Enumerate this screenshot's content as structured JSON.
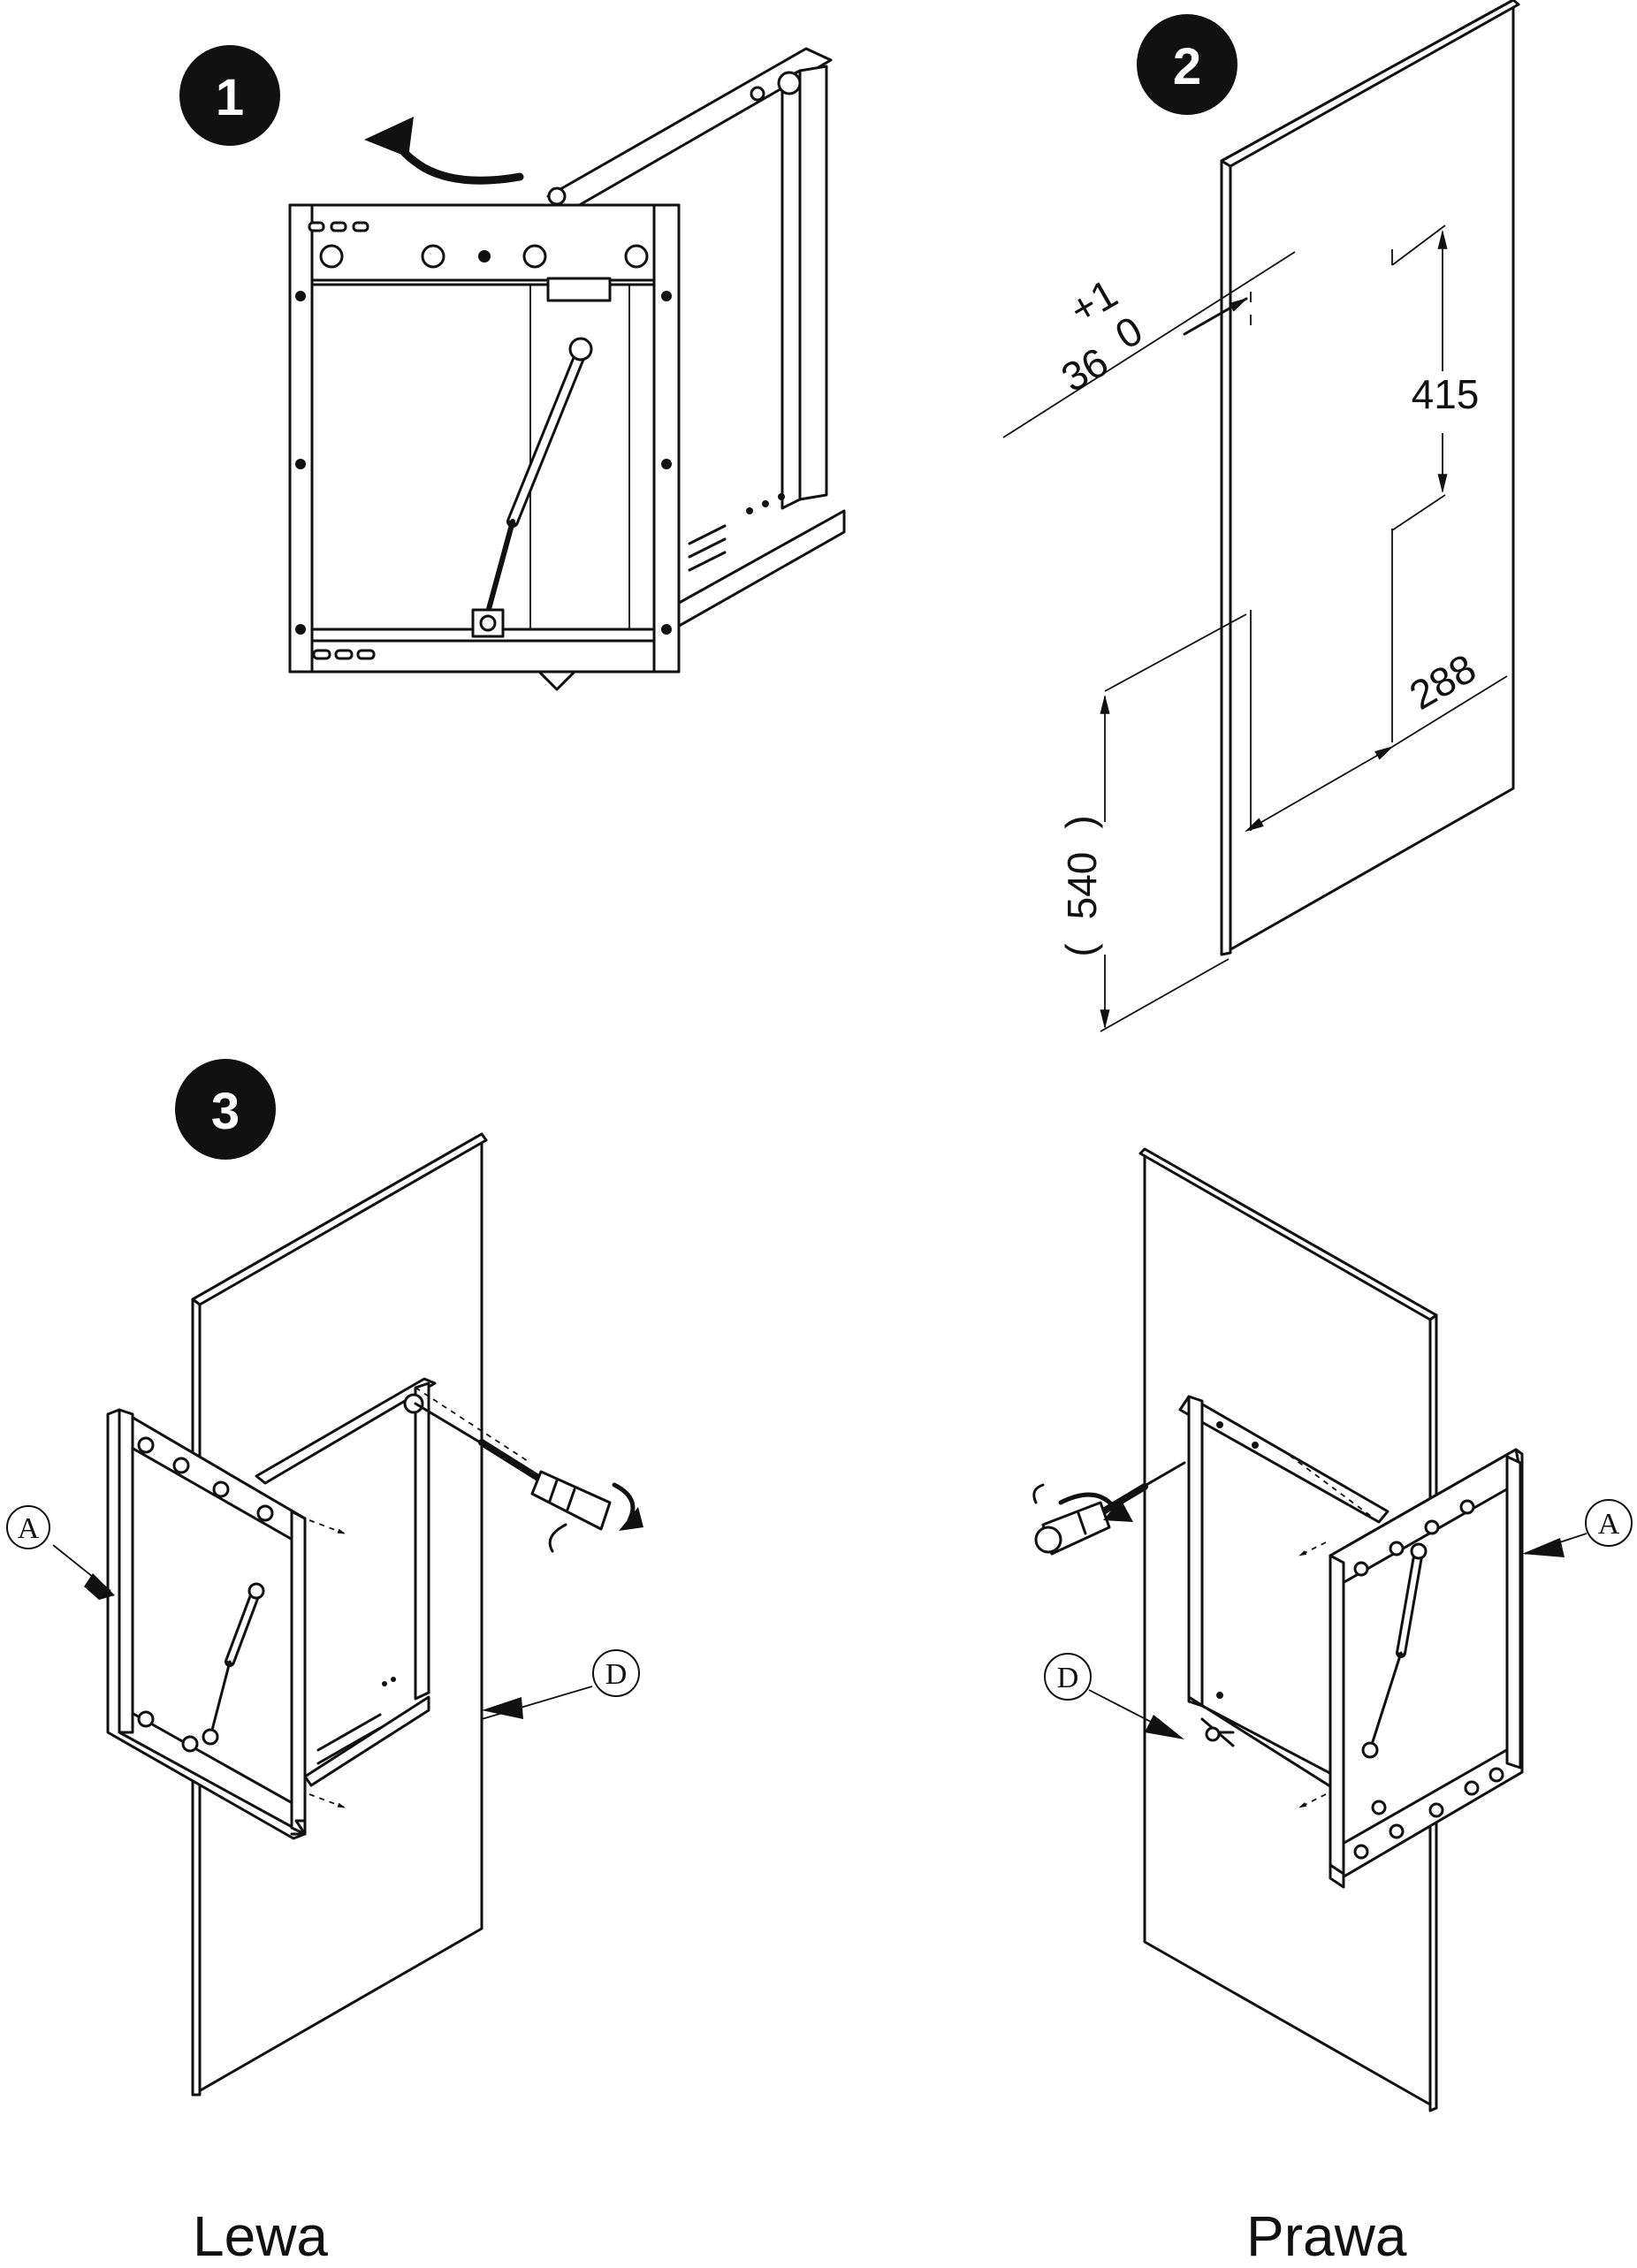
{
  "steps": [
    "1",
    "2",
    "3"
  ],
  "dimensions": {
    "depth": "36",
    "tol_plus": "+1",
    "tol_zero": "0",
    "vertical_spacing": "415",
    "offset": "288",
    "height_ref": "540",
    "height_paren_open": "(",
    "height_paren_close": ")"
  },
  "callouts": {
    "left_a": "A",
    "left_d": "D",
    "right_a": "A",
    "right_d": "D"
  },
  "captions": {
    "left": "Lewa",
    "right": "Prawa"
  },
  "colors": {
    "ink": "#111111",
    "paper": "#ffffff"
  }
}
